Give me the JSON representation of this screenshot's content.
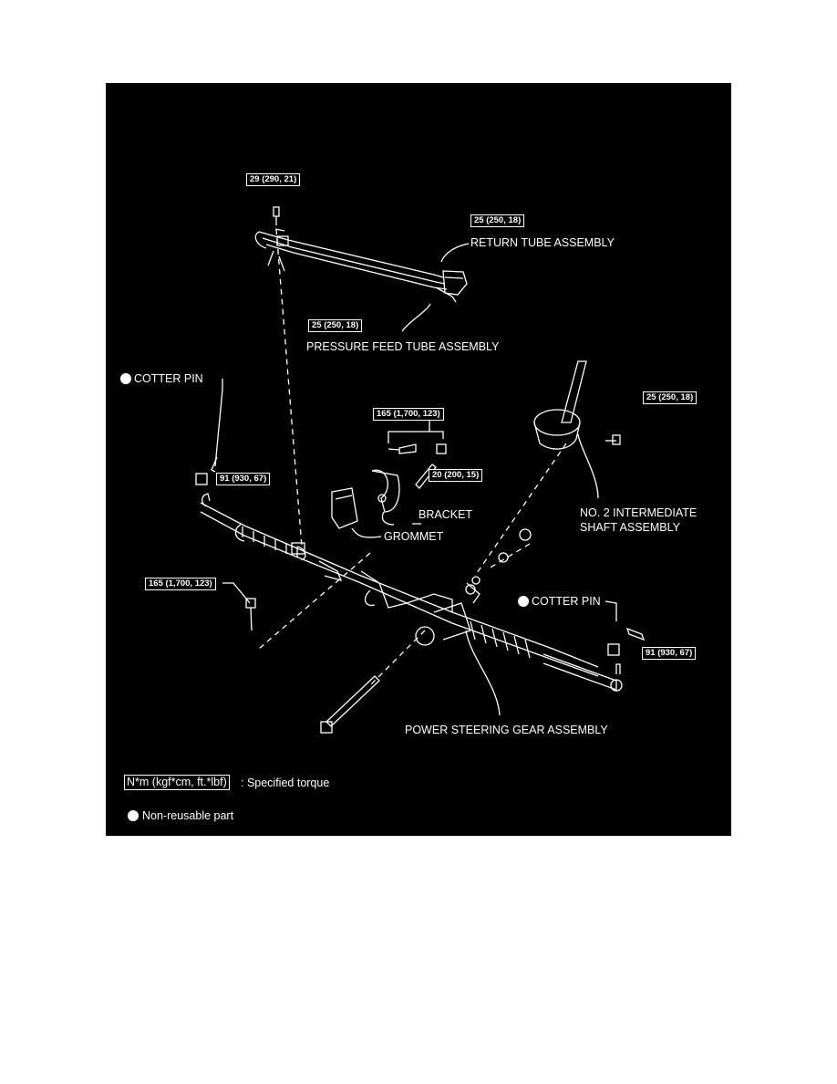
{
  "labels": {
    "return_tube": "RETURN TUBE ASSEMBLY",
    "pressure_tube": "PRESSURE FEED TUBE ASSEMBLY",
    "cotter_pin_left": "COTTER PIN",
    "cotter_pin_right": "COTTER PIN",
    "bracket": "BRACKET",
    "grommet": "GROMMET",
    "intermediate_shaft_1": "NO. 2 INTERMEDIATE",
    "intermediate_shaft_2": "SHAFT ASSEMBLY",
    "power_steering": "POWER STEERING GEAR ASSEMBLY"
  },
  "torques": {
    "t_top_bolt": "29 (290, 21)",
    "t_return": "25 (250, 18)",
    "t_pressure": "25 (250, 18)",
    "t_shaft": "25 (250, 18)",
    "t_bracket_bolt": "165 (1,700, 123)",
    "t_bracket_nut": "20 (200, 15)",
    "t_left_nut": "91 (930, 67)",
    "t_left_bolt": "165 (1,700, 123)",
    "t_right_nut": "91 (930, 67)"
  },
  "legend": {
    "torque_key": "N*m (kgf*cm, ft.*lbf)",
    "torque_desc": ": Specified torque",
    "nonreusable": "Non-reusable part"
  },
  "colors": {
    "background": "#000000",
    "line": "#ffffff",
    "page": "#ffffff"
  }
}
